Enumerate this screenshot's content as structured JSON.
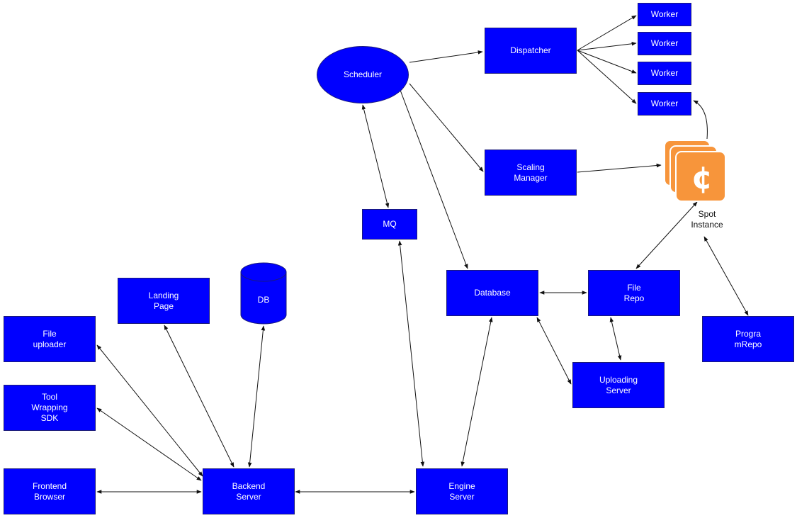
{
  "colors": {
    "node_fill": "#0000ff",
    "node_text": "#ffffff",
    "edge": "#111111",
    "spot_orange": "#f7953b",
    "spot_dark": "#e07a1f"
  },
  "nodes": {
    "scheduler": "Scheduler",
    "dispatcher": "Dispatcher",
    "worker1": "Worker",
    "worker2": "Worker",
    "worker3": "Worker",
    "worker4": "Worker",
    "scaling_manager": "Scaling\nManager",
    "mq": "MQ",
    "database": "Database",
    "file_repo": "File\nRepo",
    "program_repo": "Progra\nmRepo",
    "uploading_server": "Uploading\nServer",
    "landing_page": "Landing\nPage",
    "db": "DB",
    "file_uploader": "File\nuploader",
    "tool_wrapping_sdk": "Tool\nWrapping\nSDK",
    "frontend_browser": "Frontend\nBrowser",
    "backend_server": "Backend\nServer",
    "engine_server": "Engine\nServer",
    "spot_instance": "Spot\nInstance",
    "spot_icon": "spot-instance-icon"
  }
}
